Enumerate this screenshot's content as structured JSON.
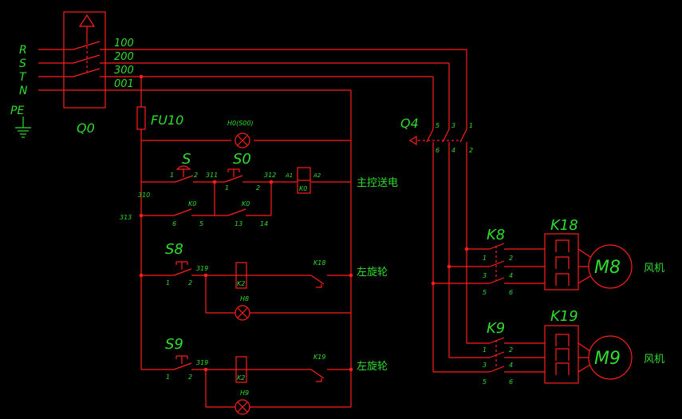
{
  "colors": {
    "background": "#000000",
    "wire": "#ff1e1e",
    "text": "#2fdc2f"
  },
  "mains": {
    "phases": [
      "R",
      "S",
      "T",
      "N"
    ],
    "pe": "PE",
    "wire_numbers": [
      "100",
      "200",
      "300",
      "001"
    ],
    "breaker": "Q0"
  },
  "control": {
    "fuse": "FU10",
    "power_lamp": "H0(S00)",
    "start_button": "S",
    "stop_button": "S0",
    "node_311": "311",
    "node_312": "312",
    "node_310": "310",
    "node_313": "313",
    "main_relay": "K0",
    "relay_a1": "A1",
    "relay_a2": "A2",
    "main_power_text": "主控送电",
    "k0_aux_label": "K0",
    "k0_aux_label_2": "K0",
    "pins": {
      "p1": "1",
      "p2": "2",
      "p5": "5",
      "p6": "6",
      "p13": "13",
      "p14": "14"
    }
  },
  "fan_branches": [
    {
      "switch": "S8",
      "node": "319",
      "relay": "K2",
      "overload": "K18",
      "lamp": "H8",
      "text": "左旋轮",
      "pin1": "1",
      "pin2": "2"
    },
    {
      "switch": "S9",
      "node": "319",
      "relay": "K2",
      "overload": "K19",
      "lamp": "H9",
      "text": "左旋轮",
      "pin1": "1",
      "pin2": "2"
    }
  ],
  "power": {
    "disconnect": "Q4",
    "q4_pins": [
      "5",
      "3",
      "1",
      "6",
      "4",
      "2"
    ],
    "motors": [
      {
        "contactor": "K8",
        "thermal": "K18",
        "motor": "M8",
        "label": "风机",
        "pins": [
          "1",
          "2",
          "3",
          "4",
          "5",
          "6"
        ]
      },
      {
        "contactor": "K9",
        "thermal": "K19",
        "motor": "M9",
        "label": "风机",
        "pins": [
          "1",
          "2",
          "3",
          "4",
          "5",
          "6"
        ]
      }
    ]
  }
}
